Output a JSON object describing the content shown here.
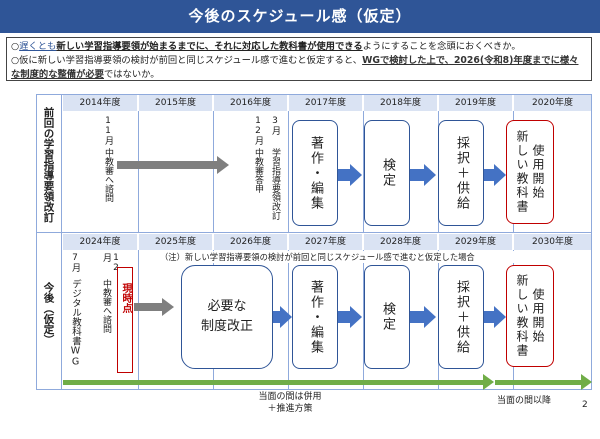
{
  "title": "今後のスケジュール感（仮定）",
  "notes": {
    "line1_a": "○",
    "line1_b": "遅くとも",
    "line1_c": "新しい学習指導要領が始まるまでに、それに対応した教科書が使用できる",
    "line1_d": "ようにすることを念頭におくべきか。",
    "line2_a": "○仮に新しい学習指導要領の検討が前回と同じスケジュール感で進むと仮定すると、",
    "line2_b": "WGで検討した上で、2026(令和8)年度までに様々な制度的な整備が必要",
    "line2_c": "ではないか。"
  },
  "row1": {
    "label": "前回の学習指導要領改訂",
    "years": [
      "2014年度",
      "2015年度",
      "2016年度",
      "2017年度",
      "2018年度",
      "2019年度",
      "2020年度"
    ],
    "event1_month": "11月",
    "event1_text": "中教審へ諮問",
    "event2_month": "12月",
    "event2_text": "中教審答申",
    "event3_month": "3月",
    "event3_text": "学習指導要領改訂",
    "stage1": "著作・編集",
    "stage2": "検定",
    "stage3": "採択＋供給",
    "stage4a": "使用開始",
    "stage4b": "新しい教科書"
  },
  "row2": {
    "label": "今後（仮定）",
    "years": [
      "2024年度",
      "2025年度",
      "2026年度",
      "2027年度",
      "2028年度",
      "2029年度",
      "2030年度"
    ],
    "assumption": "（注）新しい学習指導要領の検討が前回と同じスケジュール感で進むと仮定した場合",
    "event1_month": "7月",
    "event1_text": "デジタル教科書WG",
    "event2_month": "12月",
    "event2_text": "中教審へ諮問",
    "now_label": "現時点",
    "reform_a": "必要な",
    "reform_b": "制度改正",
    "stage1": "著作・編集",
    "stage2": "検定",
    "stage3": "採択＋供給",
    "stage4a": "使用開始",
    "stage4b": "新しい教科書"
  },
  "bottom": {
    "left_a": "当面の間は併用",
    "left_b": "＋推進方策",
    "right": "当面の間以降"
  },
  "page_number": "2",
  "colors": {
    "header": "#2f5597",
    "arrow_blue": "#4472c4",
    "arrow_green": "#70ad47",
    "red": "#c00000"
  }
}
